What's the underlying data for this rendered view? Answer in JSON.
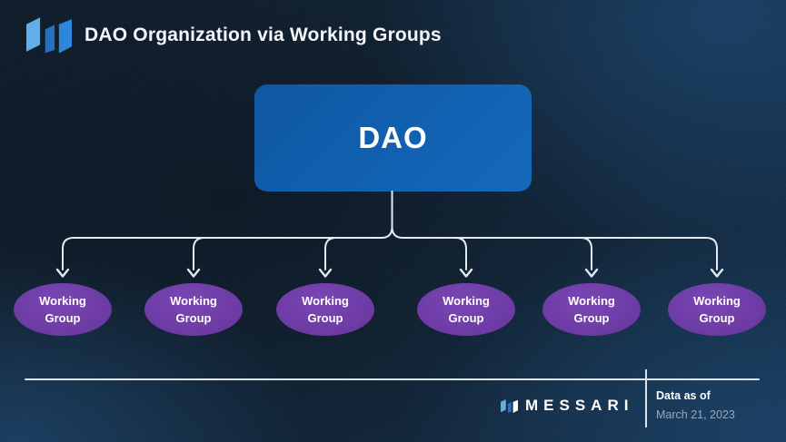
{
  "header": {
    "title": "DAO Organization via Working Groups",
    "logo_icon": "messari-logo-icon"
  },
  "diagram": {
    "type": "org-chart",
    "root": {
      "label": "DAO"
    },
    "children": [
      {
        "label": "Working Group"
      },
      {
        "label": "Working Group"
      },
      {
        "label": "Working Group"
      },
      {
        "label": "Working Group"
      },
      {
        "label": "Working Group"
      },
      {
        "label": "Working Group"
      }
    ],
    "connector_icon": "arrow-down-icon"
  },
  "footer": {
    "brand": "MESSARI",
    "brand_logo_icon": "messari-logo-icon",
    "data_as_of_label": "Data as of",
    "data_as_of_date": "March 21, 2023"
  },
  "colors": {
    "background_navy": "#0c1e30",
    "root_node_blue": "#1162b2",
    "working_group_purple": "#6c3aa3",
    "connector_line": "#e4eaef",
    "title_text": "#f3f6f9",
    "muted_date_text": "#96aabf",
    "logo_light_blue": "#62aee9",
    "logo_mid_blue": "#2a6fbe",
    "logo_bright_blue": "#2e86db"
  }
}
